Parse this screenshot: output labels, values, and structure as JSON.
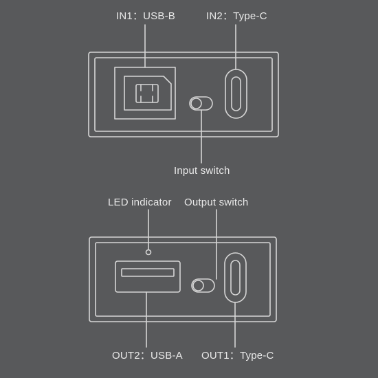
{
  "labels": {
    "in1": "IN1：USB-B",
    "in2": "IN2：Type-C",
    "input_switch": "Input switch",
    "led_indicator": "LED indicator",
    "output_switch": "Output switch",
    "out2": "OUT2：USB-A",
    "out1": "OUT1：Type-C"
  },
  "colors": {
    "background": "#58595b",
    "line": "#d6d6d6",
    "text": "#e9e9e9"
  }
}
